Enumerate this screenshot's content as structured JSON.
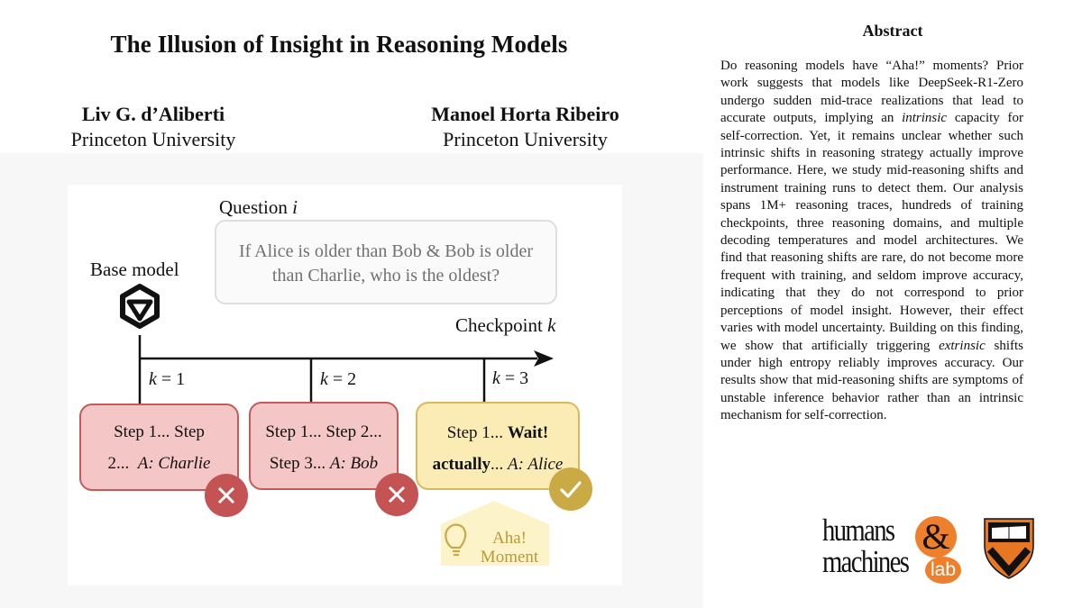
{
  "paper": {
    "title": "The Illusion of Insight in Reasoning Models",
    "authors": [
      {
        "name": "Liv G. d’Aliberti",
        "affiliation": "Princeton University"
      },
      {
        "name": "Manoel Horta Ribeiro",
        "affiliation": "Princeton University"
      }
    ]
  },
  "abstract": {
    "heading": "Abstract",
    "text": "Do reasoning models have “Aha!” moments? Prior work suggests that models like DeepSeek-R1-Zero undergo sudden mid-trace realizations that lead to accurate outputs, implying an intrinsic capacity for self-correction. Yet, it remains unclear whether such intrinsic shifts in reasoning strategy actually improve performance. Here, we study mid-reasoning shifts and instrument training runs to detect them. Our analysis spans 1M+ reasoning traces, hundreds of training checkpoints, three reasoning domains, and multiple decoding temperatures and model architectures. We find that reasoning shifts are rare, do not become more frequent with training, and seldom improve accuracy, indicating that they do not correspond to prior perceptions of model insight. However, their effect varies with model uncertainty. Building on this finding, we show that artificially triggering extrinsic shifts under high entropy reliably improves accuracy. Our results show that mid-reasoning shifts are symptoms of unstable inference behavior rather than an intrinsic mechanism for self-correction."
  },
  "figure": {
    "question_label": "Question i",
    "question_text": "If Alice is older than Bob & Bob is older than Charlie, who is the oldest?",
    "base_model_label": "Base model",
    "base_model_icon": "model-logo-icon",
    "axis_label": "Checkpoint k",
    "checkpoints": [
      {
        "k_label": "k = 1",
        "line1": "Step 1... Step",
        "line2_plain": "2...",
        "line2_answer": "A: Charlie",
        "result": "wrong",
        "result_icon": "x-icon"
      },
      {
        "k_label": "k = 2",
        "line1": "Step 1... Step 2...",
        "line2_plain": "Step 3...",
        "line2_answer": "A: Bob",
        "result": "wrong",
        "result_icon": "x-icon"
      },
      {
        "k_label": "k = 3",
        "line1_plain": "Step 1...",
        "line1_bold": "Wait!",
        "line2_bold": "actually",
        "line2_plain": "...",
        "line2_answer": "A: Alice",
        "result": "correct",
        "result_icon": "check-icon"
      }
    ],
    "aha_line1": "Aha!",
    "aha_line2": "Moment",
    "aha_icon": "lightbulb-icon",
    "colors": {
      "wrong_fill": "#f5c6c6",
      "wrong_border": "#c45a5a",
      "correct_fill": "#fbecb5",
      "correct_border": "#d9b85c",
      "aha_text": "#b89a3a"
    }
  },
  "logos": {
    "lab_line1": "humans",
    "lab_amp": "&",
    "lab_line2": "machines",
    "lab_badge": "lab",
    "lab_accent": "#ee7f2d",
    "university_icon": "princeton-shield-icon"
  }
}
